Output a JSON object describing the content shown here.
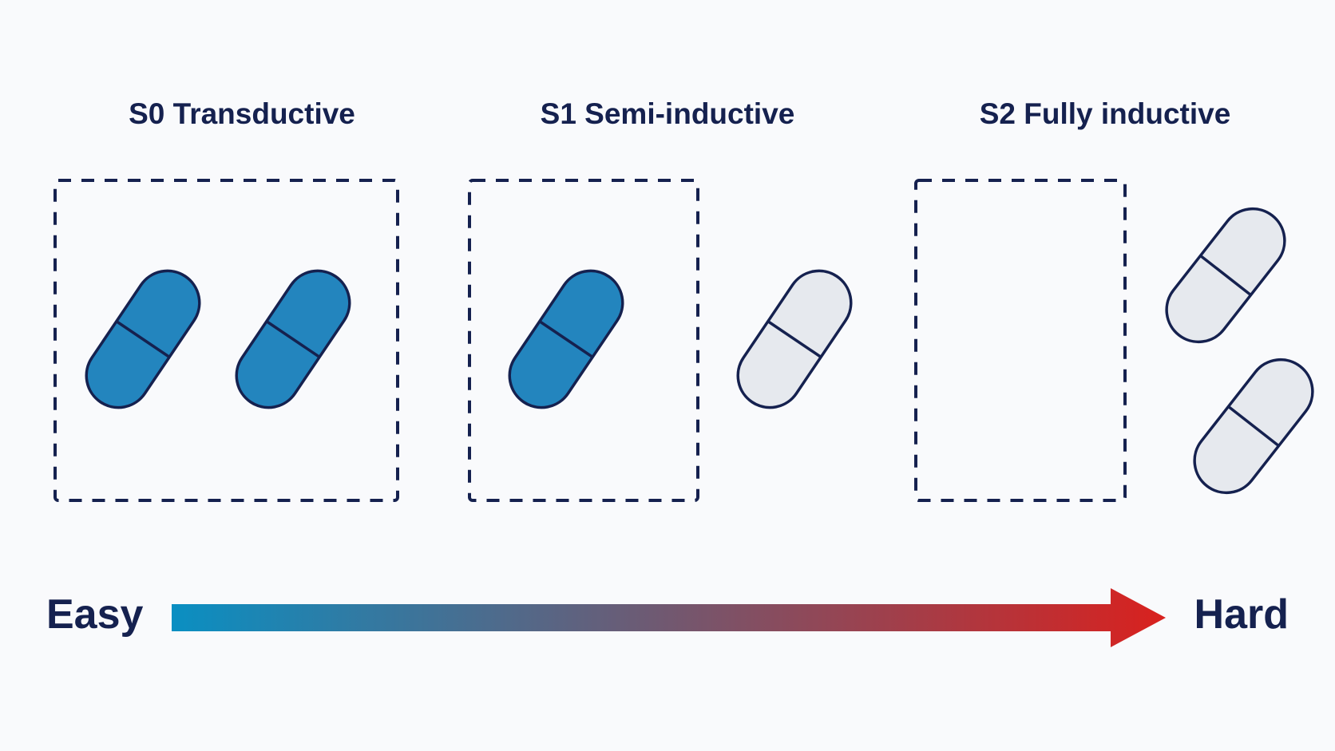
{
  "colors": {
    "background": "#f9fafc",
    "ink": "#15214f",
    "pill_seen_fill": "#2385be",
    "pill_unseen_fill": "#e6e9ee",
    "arrow_start": "#0a8fc2",
    "arrow_end": "#d9211e"
  },
  "scenarios": [
    {
      "id": "s0",
      "title": "S0 Transductive",
      "pills_inside_box": 2,
      "pills_outside_box": 0
    },
    {
      "id": "s1",
      "title": "S1 Semi-inductive",
      "pills_inside_box": 1,
      "pills_outside_box": 1
    },
    {
      "id": "s2",
      "title": "S2 Fully inductive",
      "pills_inside_box": 0,
      "pills_outside_box": 2
    }
  ],
  "scale": {
    "start_label": "Easy",
    "end_label": "Hard"
  },
  "icons": {
    "pill": "capsule-icon",
    "arrow": "gradient-arrow-icon"
  }
}
